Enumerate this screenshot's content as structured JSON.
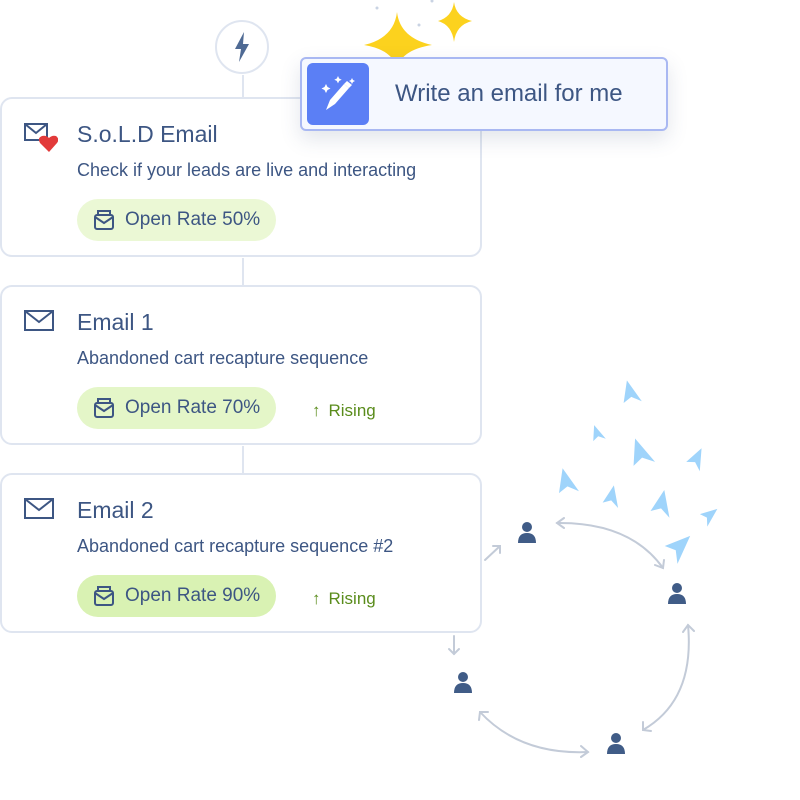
{
  "trigger": {
    "icon": "lightning-icon"
  },
  "ai_button": {
    "label": "Write an email for me",
    "icon": "magic-pen-icon",
    "accent": "#5b7ff5"
  },
  "cards": [
    {
      "title": "S.o.L.D Email",
      "subtitle": "Check if your leads are live and interacting",
      "badge": "Open Rate 50%",
      "icon": "mail-heart-icon"
    },
    {
      "title": "Email 1",
      "subtitle": "Abandoned cart recapture sequence",
      "badge": "Open Rate 70%",
      "trend": "Rising",
      "icon": "mail-icon"
    },
    {
      "title": "Email 2",
      "subtitle": "Abandoned cart recapture sequence #2",
      "badge": "Open Rate 90%",
      "trend": "Rising",
      "icon": "mail-icon"
    }
  ],
  "colors": {
    "text": "#3d5683",
    "badge": "#ebf8d5",
    "rising": "#5a8c1c",
    "plane": "#9fd4fb"
  }
}
